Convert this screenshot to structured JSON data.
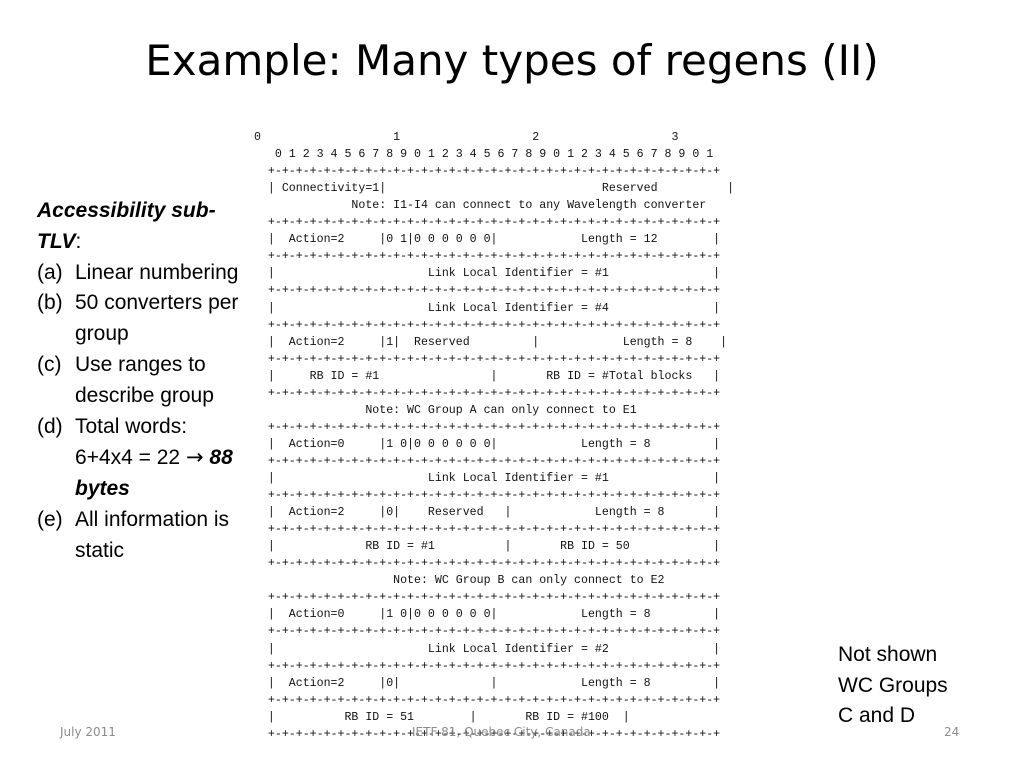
{
  "slide": {
    "title": "Example: Many types of regens (II)",
    "diagram_lines": [
      "0                   1                   2                   3",
      "   0 1 2 3 4 5 6 7 8 9 0 1 2 3 4 5 6 7 8 9 0 1 2 3 4 5 6 7 8 9 0 1",
      "  +-+-+-+-+-+-+-+-+-+-+-+-+-+-+-+-+-+-+-+-+-+-+-+-+-+-+-+-+-+-+-+-+",
      "  | Connectivity=1|                               Reserved          |",
      "              Note: I1-I4 can connect to any Wavelength converter",
      "  +-+-+-+-+-+-+-+-+-+-+-+-+-+-+-+-+-+-+-+-+-+-+-+-+-+-+-+-+-+-+-+-+",
      "  |  Action=2     |0 1|0 0 0 0 0 0|            Length = 12        |",
      "  +-+-+-+-+-+-+-+-+-+-+-+-+-+-+-+-+-+-+-+-+-+-+-+-+-+-+-+-+-+-+-+-+",
      "  |                      Link Local Identifier = #1               |",
      "  +-+-+-+-+-+-+-+-+-+-+-+-+-+-+-+-+-+-+-+-+-+-+-+-+-+-+-+-+-+-+-+-+",
      "  |                      Link Local Identifier = #4               |",
      "  +-+-+-+-+-+-+-+-+-+-+-+-+-+-+-+-+-+-+-+-+-+-+-+-+-+-+-+-+-+-+-+-+",
      "  |  Action=2     |1|  Reserved         |            Length = 8    |",
      "  +-+-+-+-+-+-+-+-+-+-+-+-+-+-+-+-+-+-+-+-+-+-+-+-+-+-+-+-+-+-+-+-+",
      "  |     RB ID = #1                |       RB ID = #Total blocks   |",
      "  +-+-+-+-+-+-+-+-+-+-+-+-+-+-+-+-+-+-+-+-+-+-+-+-+-+-+-+-+-+-+-+-+",
      "                Note: WC Group A can only connect to E1",
      "  +-+-+-+-+-+-+-+-+-+-+-+-+-+-+-+-+-+-+-+-+-+-+-+-+-+-+-+-+-+-+-+-+",
      "  |  Action=0     |1 0|0 0 0 0 0 0|            Length = 8         |",
      "  +-+-+-+-+-+-+-+-+-+-+-+-+-+-+-+-+-+-+-+-+-+-+-+-+-+-+-+-+-+-+-+-+",
      "  |                      Link Local Identifier = #1               |",
      "  +-+-+-+-+-+-+-+-+-+-+-+-+-+-+-+-+-+-+-+-+-+-+-+-+-+-+-+-+-+-+-+-+",
      "  |  Action=2     |0|    Reserved   |            Length = 8       |",
      "  +-+-+-+-+-+-+-+-+-+-+-+-+-+-+-+-+-+-+-+-+-+-+-+-+-+-+-+-+-+-+-+-+",
      "  |             RB ID = #1          |       RB ID = 50            |",
      "  +-+-+-+-+-+-+-+-+-+-+-+-+-+-+-+-+-+-+-+-+-+-+-+-+-+-+-+-+-+-+-+-+",
      "                    Note: WC Group B can only connect to E2",
      "  +-+-+-+-+-+-+-+-+-+-+-+-+-+-+-+-+-+-+-+-+-+-+-+-+-+-+-+-+-+-+-+-+",
      "  |  Action=0     |1 0|0 0 0 0 0 0|            Length = 8         |",
      "  +-+-+-+-+-+-+-+-+-+-+-+-+-+-+-+-+-+-+-+-+-+-+-+-+-+-+-+-+-+-+-+-+",
      "  |                      Link Local Identifier = #2               |",
      "  +-+-+-+-+-+-+-+-+-+-+-+-+-+-+-+-+-+-+-+-+-+-+-+-+-+-+-+-+-+-+-+-+",
      "  |  Action=2     |0|             |            Length = 8         |",
      "  +-+-+-+-+-+-+-+-+-+-+-+-+-+-+-+-+-+-+-+-+-+-+-+-+-+-+-+-+-+-+-+-+",
      "  |          RB ID = 51        |       RB ID = #100  |",
      "  +-+-+-+-+-+-+-+-+-+-+-+-+-+-+-+-+-+-+-+-+-+-+-+-+-+-+-+-+-+-+-+-+"
    ],
    "sidebar": {
      "heading": "Accessibility sub-TLV",
      "heading_suffix": ":",
      "items": [
        {
          "marker": "(a)",
          "text": "Linear numbering"
        },
        {
          "marker": "(b)",
          "text": "50 converters per group"
        },
        {
          "marker": "(c)",
          "text": "Use ranges to describe group"
        },
        {
          "marker": "(d)",
          "text": "Total words: 6+4x4 = 22",
          "arrow": "→",
          "emphasis": "88 bytes"
        },
        {
          "marker": "(e)",
          "text": "All information is static"
        }
      ]
    },
    "side_note": "Not shown\nWC Groups\nC and D",
    "footer": {
      "date": "July 2011",
      "event": "IETF 81, Quebec City, Canada",
      "page_number": "24"
    }
  }
}
